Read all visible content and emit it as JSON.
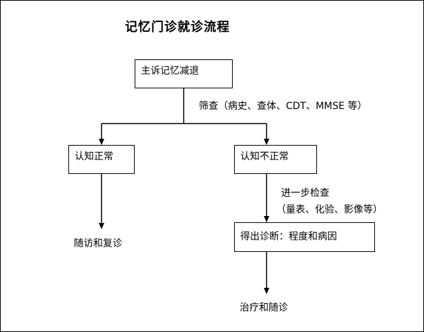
{
  "title": "记忆门诊就诊流程",
  "nodes": {
    "start": "主诉记忆减退",
    "normal": "认知正常",
    "abnormal": "认知不正常",
    "diagnosis": "得出诊断：程度和病因"
  },
  "labels": {
    "screening": "筛查（病史、查体、CDT、MMSE 等）",
    "further_check_line1": "进一步检查",
    "further_check_line2": "（量表、化验、影像等）",
    "followup": "随访和复诊",
    "treatment": "治疗和随诊"
  }
}
